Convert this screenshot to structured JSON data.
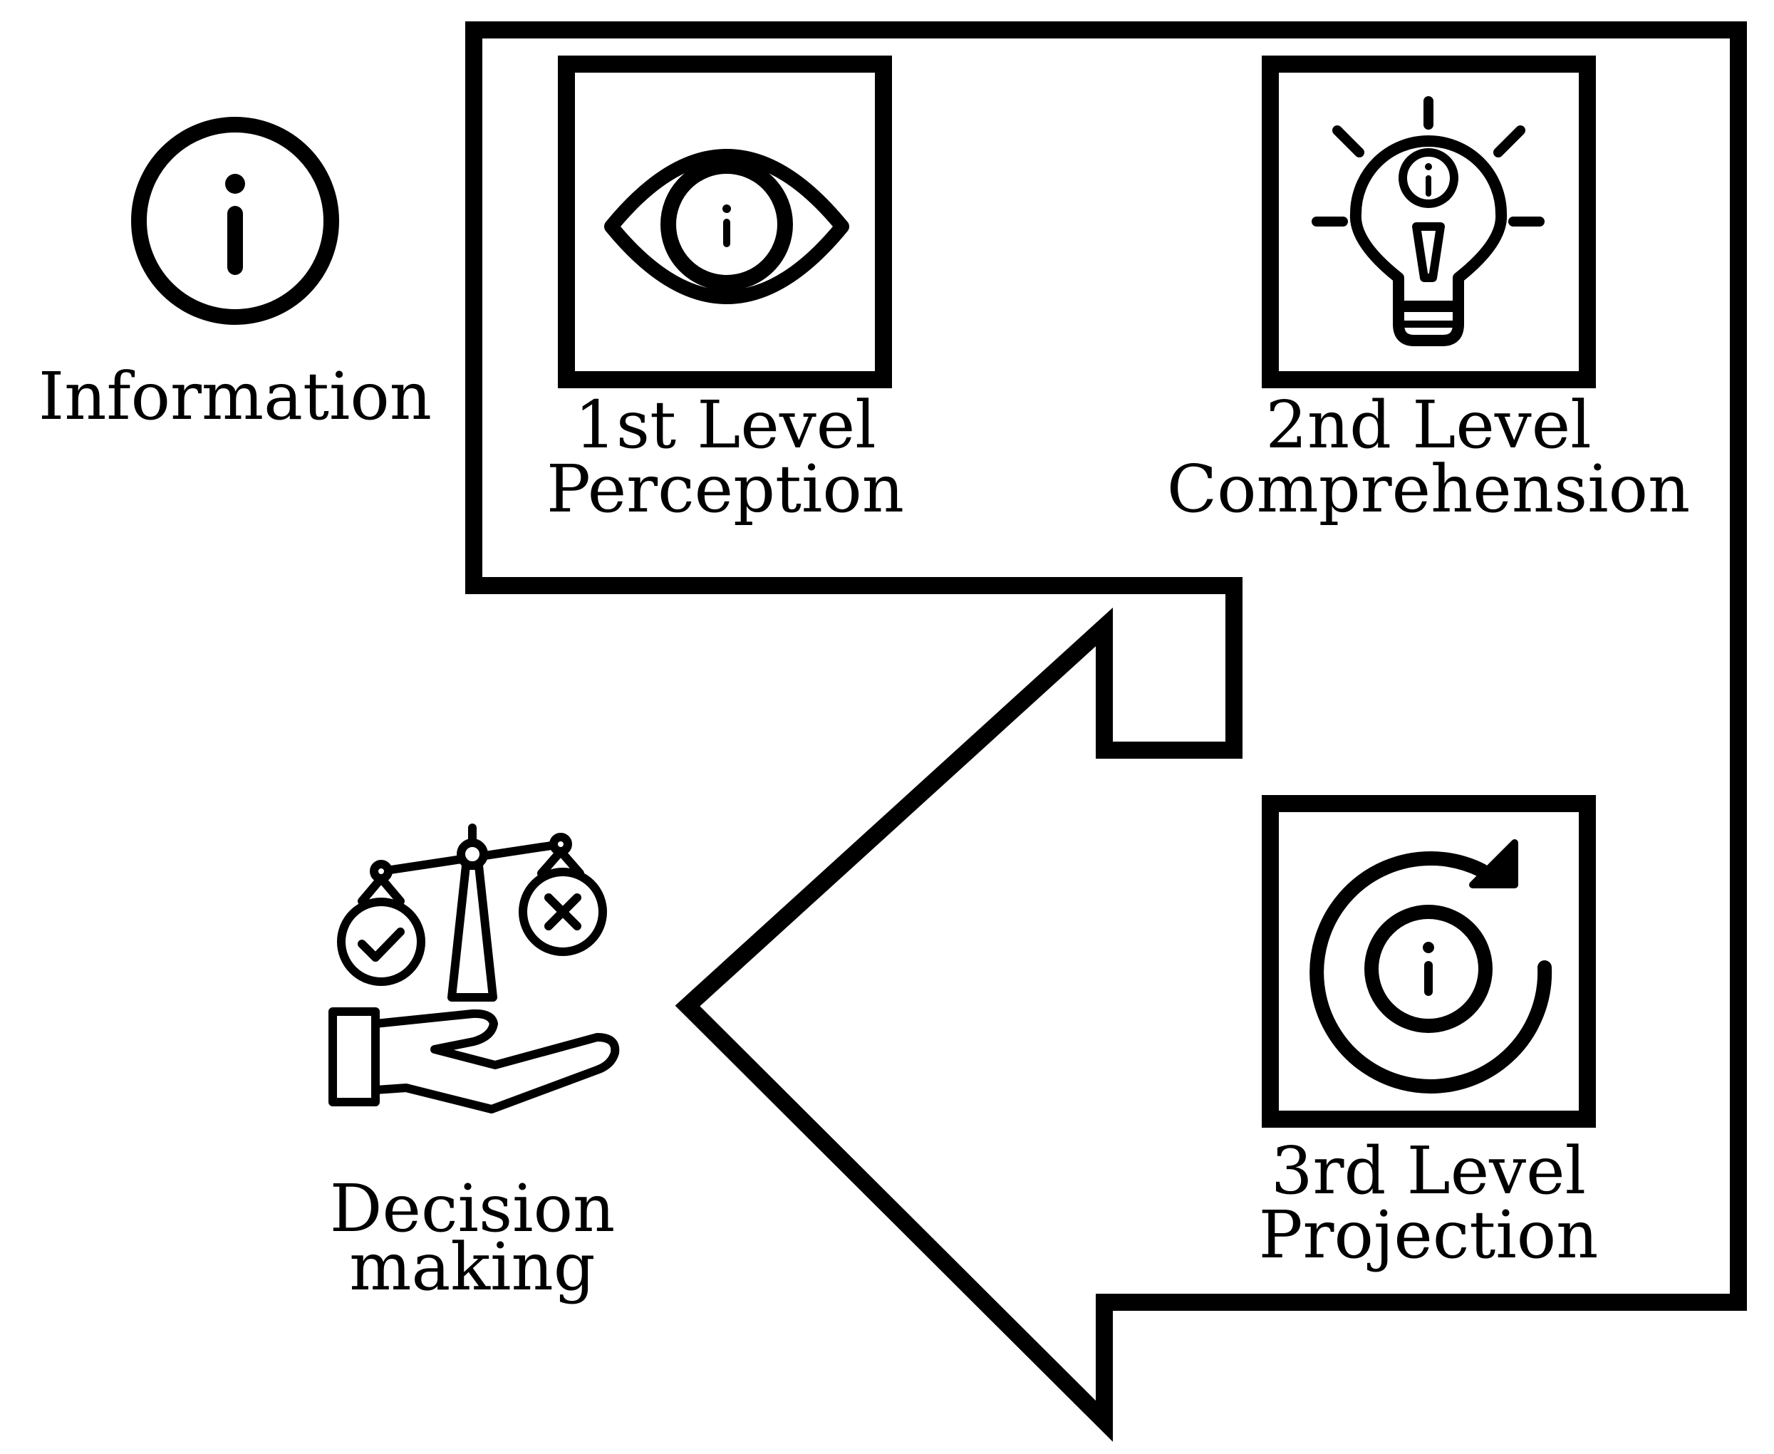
{
  "colors": {
    "stroke": "#000000",
    "background": "#ffffff"
  },
  "information": {
    "label": "Information",
    "icon": "info-circle-icon"
  },
  "levels": [
    {
      "line1": "1st Level",
      "line2": "Perception",
      "icon": "eye-info-icon"
    },
    {
      "line1": "2nd Level",
      "line2": "Comprehension",
      "icon": "lightbulb-info-icon"
    },
    {
      "line1": "3rd Level",
      "line2": "Projection",
      "icon": "refresh-info-icon"
    }
  ],
  "decision": {
    "line1": "Decision",
    "line2": "making",
    "icon": "scales-hand-icon"
  }
}
